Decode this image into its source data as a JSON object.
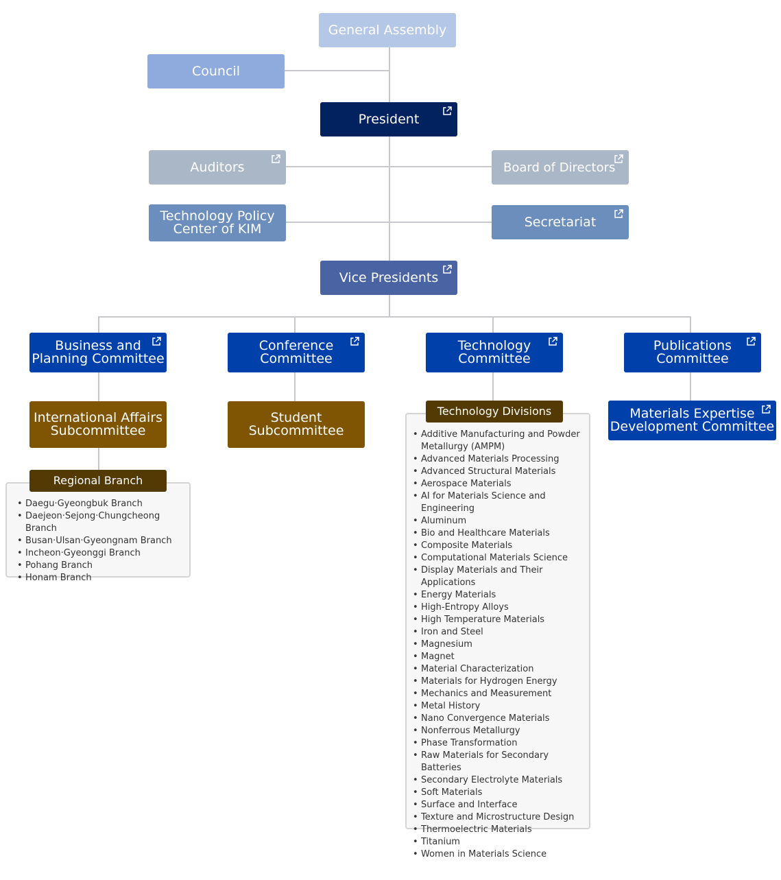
{
  "nodes": {
    "general_assembly": "General Assembly",
    "council": "Council",
    "president": "President",
    "auditors": "Auditors",
    "board_of_directors": "Board of Directors",
    "technology_policy_center": "Technology Policy\nCenter of KIM",
    "secretariat": "Secretariat",
    "vice_presidents": "Vice Presidents",
    "business_planning_committee": "Business and\nPlanning Committee",
    "conference_committee": "Conference\nCommittee",
    "technology_committee": "Technology\nCommittee",
    "publications_committee": "Publications\nCommittee",
    "international_affairs_subcommittee": "International Affairs\nSubcommittee",
    "student_subcommittee": "Student\nSubcommittee",
    "materials_expertise_committee": "Materials Expertise\nDevelopment Committee"
  },
  "regional_branch": {
    "title": "Regional Branch",
    "items": [
      "Daegu·Gyeongbuk Branch",
      "Daejeon·Sejong·Chungcheong Branch",
      "Busan·Ulsan·Gyeongnam Branch",
      "Incheon·Gyeonggi Branch",
      "Pohang Branch",
      "Honam Branch"
    ]
  },
  "technology_divisions": {
    "title": "Technology Divisions",
    "items": [
      "Additive Manufacturing and Powder Metallurgy (AMPM)",
      "Advanced Materials Processing",
      "Advanced Structural Materials",
      "Aerospace Materials",
      "AI for Materials Science and Engineering",
      "Aluminum",
      "Bio and Healthcare Materials",
      "Composite Materials",
      "Computational Materials Science",
      "Display Materials and Their Applications",
      "Energy Materials",
      "High-Entropy Alloys",
      "High Temperature Materials",
      "Iron and Steel",
      "Magnesium",
      "Magnet",
      "Material Characterization",
      "Materials for Hydrogen Energy",
      "Mechanics and Measurement",
      "Metal History",
      "Nano Convergence Materials",
      "Nonferrous Metallurgy",
      "Phase Transformation",
      "Raw Materials for Secondary Batteries",
      "Secondary Electrolyte Materials",
      "Soft Materials",
      "Surface and Interface",
      "Texture and Microstructure Design",
      "Thermoelectric Materials",
      "Titanium",
      "Women in Materials Science"
    ]
  },
  "icons": {
    "external_link": "external-link-icon"
  },
  "colors": {
    "general_assembly": "#b4c7e7",
    "council": "#8faadc",
    "president": "#02215f",
    "auditors_board": "#aab7c7",
    "policy_secretariat": "#6b8ebd",
    "vice_presidents": "#4a64a3",
    "committee": "#0040ab",
    "subcommittee": "#7f5402",
    "list_header": "#533903",
    "connector": "#c9c9cd"
  }
}
